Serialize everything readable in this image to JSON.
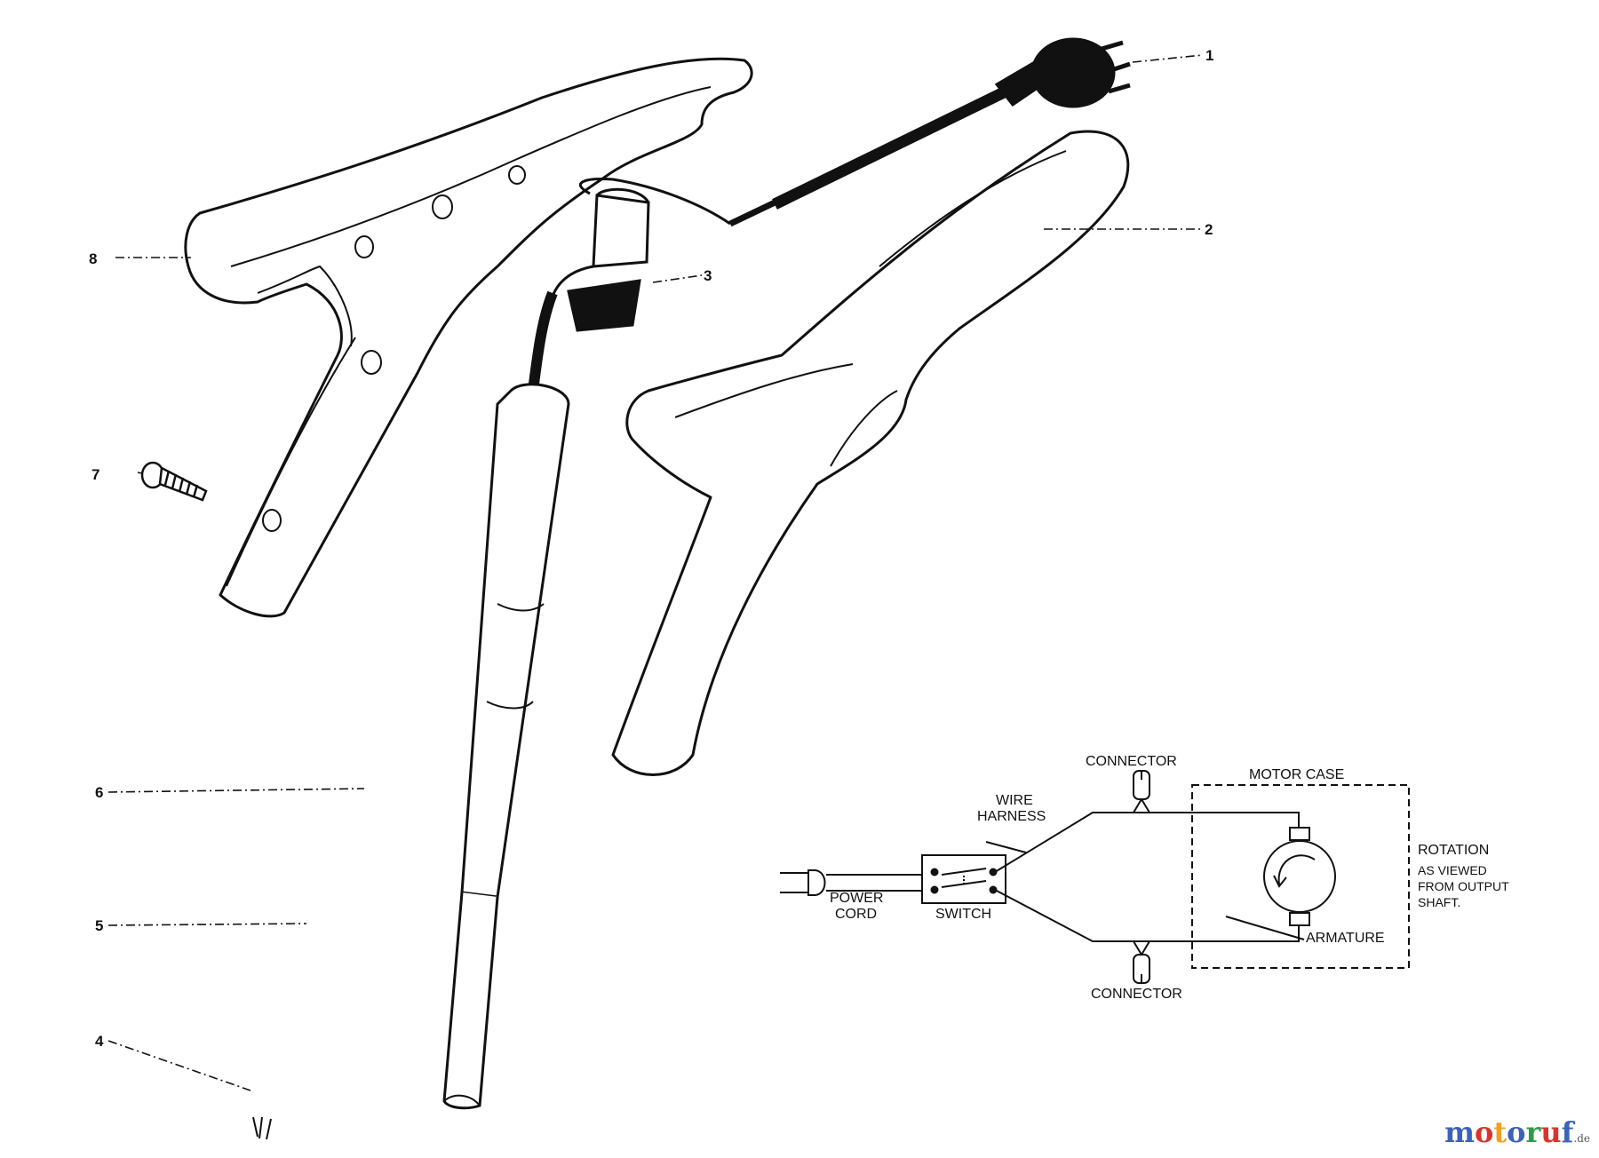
{
  "callouts": [
    {
      "id": "1",
      "label": "1"
    },
    {
      "id": "2",
      "label": "2"
    },
    {
      "id": "3",
      "label": "3"
    },
    {
      "id": "4",
      "label": "4"
    },
    {
      "id": "5",
      "label": "5"
    },
    {
      "id": "6",
      "label": "6"
    },
    {
      "id": "7",
      "label": "7"
    },
    {
      "id": "8",
      "label": "8"
    }
  ],
  "wiring": {
    "connector_top": "CONNECTOR",
    "connector_bottom": "CONNECTOR",
    "motor_case": "MOTOR CASE",
    "wire_harness_line1": "WIRE",
    "wire_harness_line2": "HARNESS",
    "power_cord_line1": "POWER",
    "power_cord_line2": "CORD",
    "switch": "SWITCH",
    "armature": "ARMATURE",
    "rotation_title": "ROTATION",
    "rotation_line1": "AS VIEWED",
    "rotation_line2": "FROM OUTPUT",
    "rotation_line3": "SHAFT."
  },
  "watermark": {
    "letters": [
      "m",
      "o",
      "t",
      "o",
      "r",
      "u",
      "f"
    ],
    "suffix": ".de",
    "colors": [
      "#3a62b8",
      "#d9342b",
      "#f0a020",
      "#3a62b8",
      "#2f9a48",
      "#d9342b",
      "#3a62b8"
    ]
  }
}
